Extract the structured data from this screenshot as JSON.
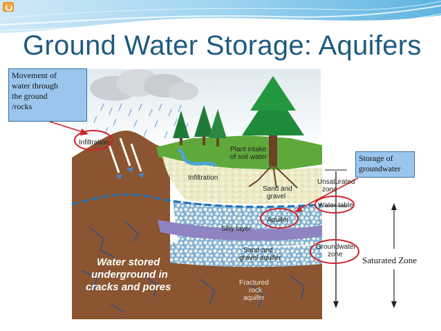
{
  "slide": {
    "title": "Ground Water Storage: Aquifers"
  },
  "callouts": {
    "movement": [
      "Movement of",
      "water through",
      "the ground",
      "/rocks"
    ],
    "storage": [
      "Storage of",
      "groundwater"
    ],
    "saturated_zone": "Saturated Zone"
  },
  "diagram_labels": {
    "infiltration_hill": "Infiltration",
    "infiltration_mid": "Infiltration",
    "plant_intake": [
      "Plant intake",
      "of soil water"
    ],
    "sand_gravel": [
      "Sand and",
      "gravel"
    ],
    "unsaturated_zone": [
      "Unsaturated",
      "zone"
    ],
    "water_table": "Water table",
    "aquifer": "Aquifer",
    "silty_layer": "Silty layer",
    "sand_gravel_aquifer": [
      "Sand and",
      "gravel aquifer"
    ],
    "groundwater_zone": [
      "Groundwater",
      "zone"
    ],
    "water_stored": [
      "Water stored",
      "underground in",
      "cracks and pores"
    ],
    "fractured_rock": [
      "Fractured",
      "rock",
      "aquifer"
    ]
  },
  "colors": {
    "title": "#1e5a80",
    "callout_fill": "#9ac6ee",
    "highlight_circle": "#d0202a",
    "soil": "#8a5530",
    "aquifer_band": "#8f83c2",
    "grass": "#5fa83a",
    "water_table_line": "#1f6fb5"
  },
  "icons": {
    "header": "ppt-app-icon",
    "trees": "pine-tree-icon",
    "cloud": "rain-cloud-icon"
  }
}
